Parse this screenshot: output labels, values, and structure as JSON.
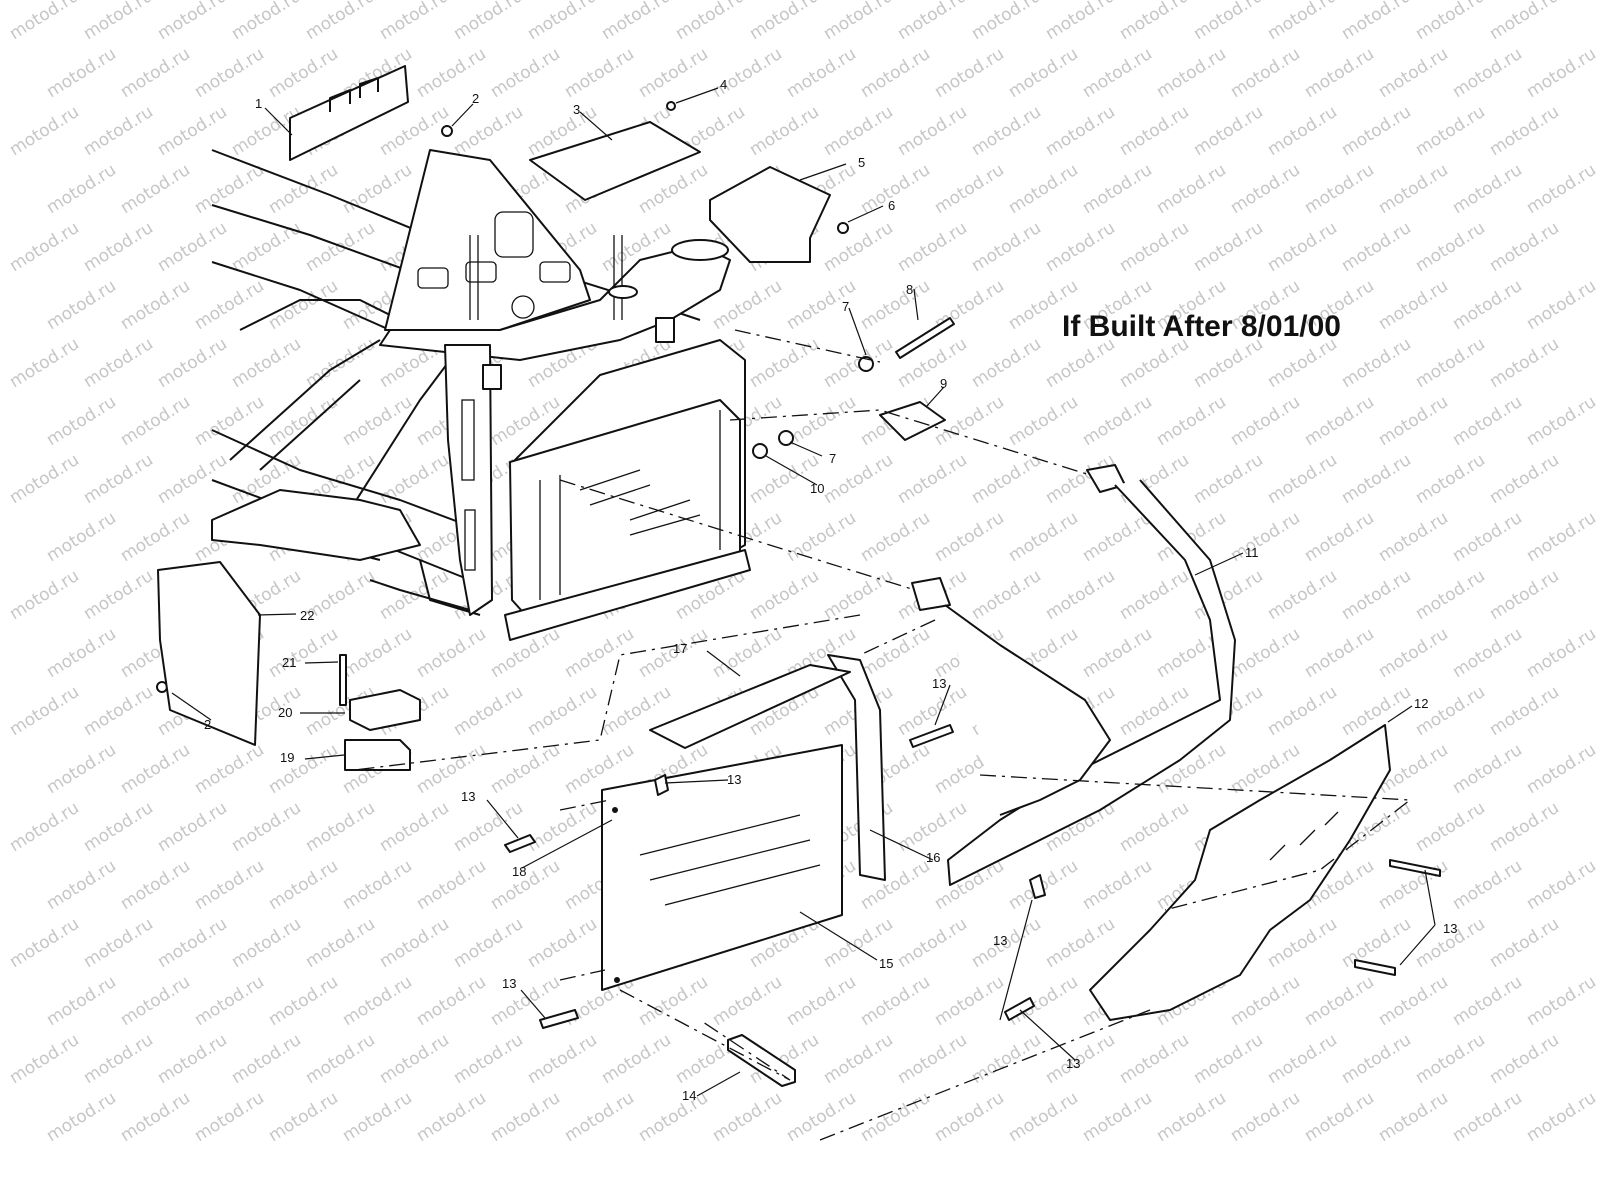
{
  "watermark": "motod.ru",
  "note": "If Built After 8/01/00",
  "colors": {
    "line": "#111111",
    "watermark": "#c6c6c6",
    "background": "#ffffff"
  },
  "labels": {
    "p1": "1",
    "p2a": "2",
    "p2b": "2",
    "p3": "3",
    "p4": "4",
    "p5": "5",
    "p6": "6",
    "p7a": "7",
    "p7b": "7",
    "p8": "8",
    "p9": "9",
    "p10": "10",
    "p11": "11",
    "p12": "12",
    "p13a": "13",
    "p13b": "13",
    "p13c": "13",
    "p13d": "13",
    "p13e": "13",
    "p13f": "13",
    "p13g": "13",
    "p14": "14",
    "p15": "15",
    "p16": "16",
    "p17": "17",
    "p18": "18",
    "p19": "19",
    "p20": "20",
    "p21": "21",
    "p22": "22"
  }
}
